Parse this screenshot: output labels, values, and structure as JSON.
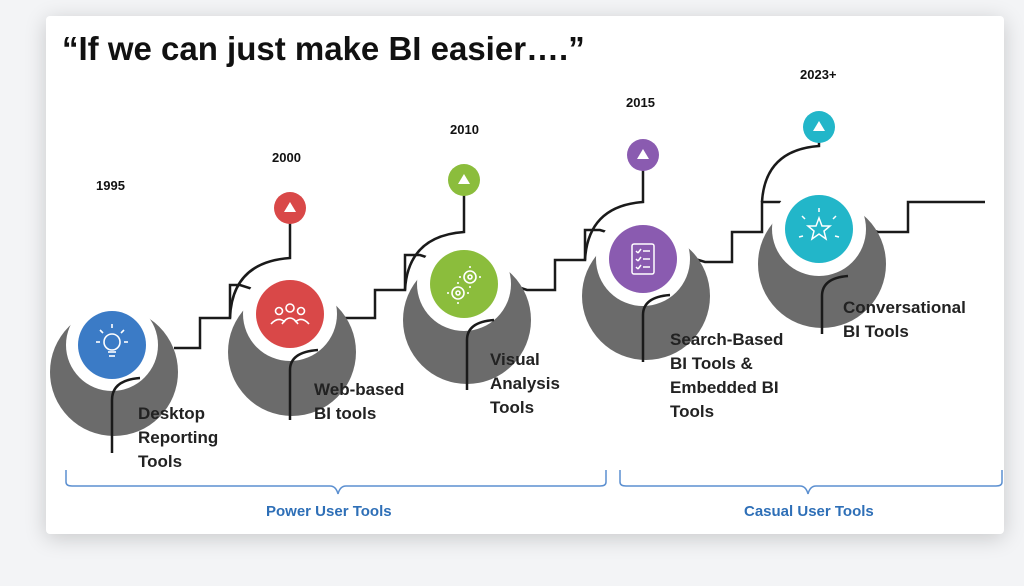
{
  "title": "“If we can just make BI easier….”",
  "colors": {
    "blue": "#3b7bc6",
    "red": "#d94848",
    "green": "#8bbd3c",
    "purple": "#8a5bb0",
    "teal": "#22b6c9",
    "disc": "#6b6b6b",
    "line": "#1a1a1a",
    "bracket": "#5b8fd0"
  },
  "milestones": [
    {
      "year": "1995",
      "icon": "lightbulb-icon",
      "label_lines": [
        "Desktop",
        "Reporting",
        "Tools"
      ]
    },
    {
      "year": "2000",
      "icon": "people-icon",
      "label_lines": [
        "Web-based",
        "BI tools"
      ]
    },
    {
      "year": "2010",
      "icon": "gears-icon",
      "label_lines": [
        "Visual",
        "Analysis",
        "Tools"
      ]
    },
    {
      "year": "2015",
      "icon": "checklist-icon",
      "label_lines": [
        "Search-Based",
        "BI Tools &",
        "Embedded BI",
        "Tools"
      ]
    },
    {
      "year": "2023+",
      "icon": "sparkle-star-icon",
      "label_lines": [
        "Conversational",
        "BI Tools"
      ]
    }
  ],
  "groups": {
    "power": "Power User Tools",
    "casual": "Casual User Tools"
  }
}
